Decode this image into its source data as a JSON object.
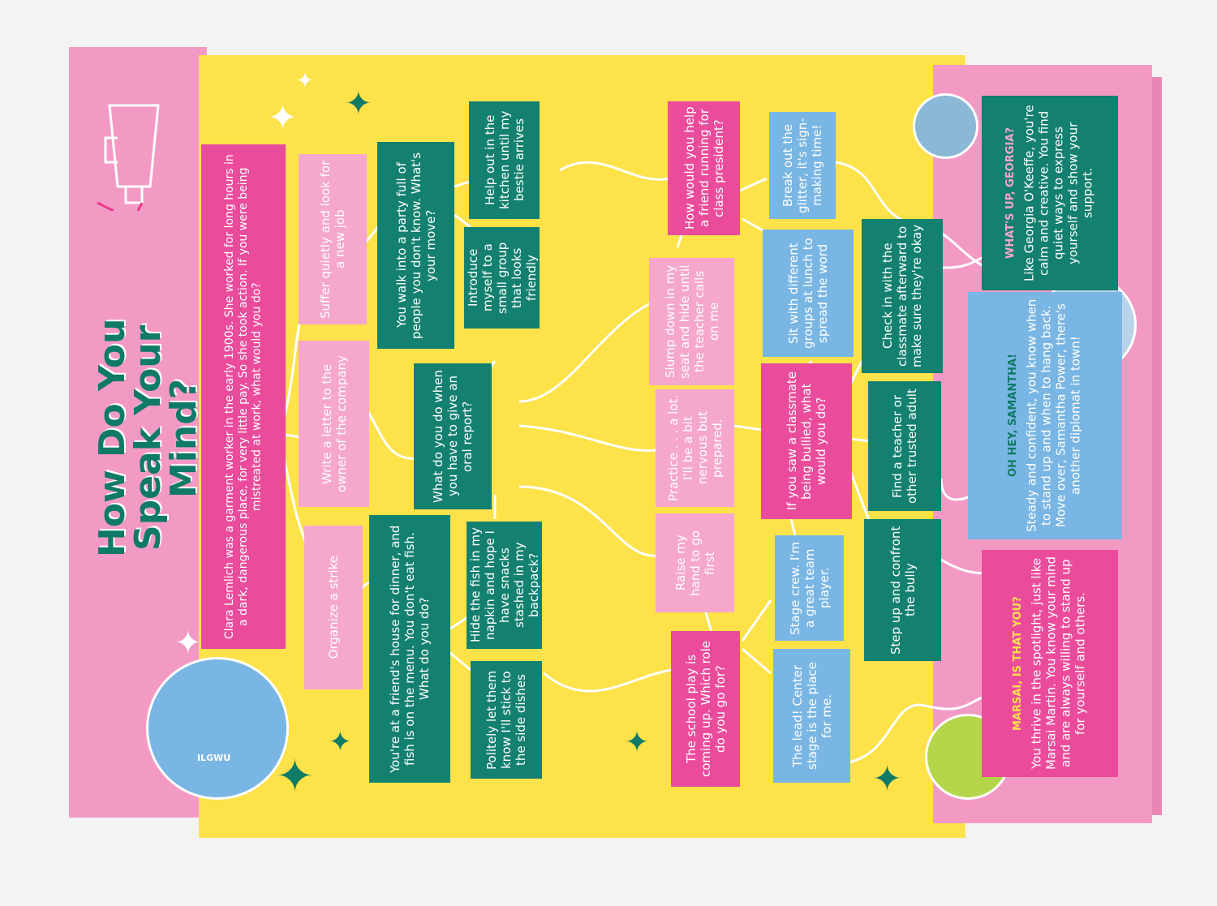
{
  "title": "How Do You Speak Your Mind?",
  "intro": "Clara Lemlich was a garment worker in the early 1900s. She worked for long hours in a dark, dangerous place, for very little pay. So she took action. If you were being mistreated at work, what would you do?",
  "badge_text": "ILGWU",
  "options": {
    "suffer": "Suffer quietly and look for a new job",
    "letter": "Write a letter to the owner of the company",
    "strike": "Organize a strike",
    "party": "You walk into a party full of people you don't know. What's your move?",
    "oral": "What do you do when you have to give an oral report?",
    "fish": "You're at a friend's house for dinner, and fish is on the menu. You don't eat fish. What do you do?",
    "kitchen": "Help out in the kitchen until my bestie arrives",
    "introduce": "Introduce myself to a small group that looks friendly",
    "hide": "Hide the fish in my napkin and hope I have snacks stashed in my backpack?",
    "politely": "Politely let them know I'll stick to the side dishes",
    "president": "How would you help a friend running for class president?",
    "slump": "Slump down in my seat and hide until the teacher calls on me",
    "practice": "Practice . . . a lot. I'll be a bit nervous but prepared.",
    "raise": "Raise my hand to go first",
    "play": "The school play is coming up. Which role do you go for?",
    "glitter": "Break out the glitter, it's sign-making time!",
    "sit": "Sit with different groups at lunch to spread the word",
    "bullied": "If you saw a classmate being bullied, what would you do?",
    "stage": "Stage crew. I'm a great team player.",
    "lead": "The lead! Center stage is the place for me.",
    "checkin": "Check in with the classmate afterward to make sure they're okay",
    "teacher": "Find a teacher or other trusted adult",
    "confront": "Step up and confront the bully"
  },
  "results": {
    "georgia": {
      "heading": "WHAT'S UP, GEORGIA?",
      "text": "Like Georgia O'Keeffe, you're calm and creative. You find quiet ways to express yourself and show your support."
    },
    "samantha": {
      "heading": "OH HEY, SAMANTHA!",
      "text": "Steady and confident, you know when to stand up and when to hang back. Move over, Samantha Power, there's another diplomat in town!"
    },
    "marsai": {
      "heading": "MARSAI, IS THAT YOU?",
      "text": "You thrive in the spotlight, just like Marsai Martin. You know your mind and are always willing to stand up for yourself and others."
    }
  },
  "colors": {
    "yellow": "#fde24a",
    "pink_page": "#f39ac4",
    "teal": "#14806f",
    "hot_pink": "#ea4c9b",
    "light_pink": "#f6a7cc",
    "blue": "#7ab6e4",
    "title_green": "#0f7a66"
  }
}
